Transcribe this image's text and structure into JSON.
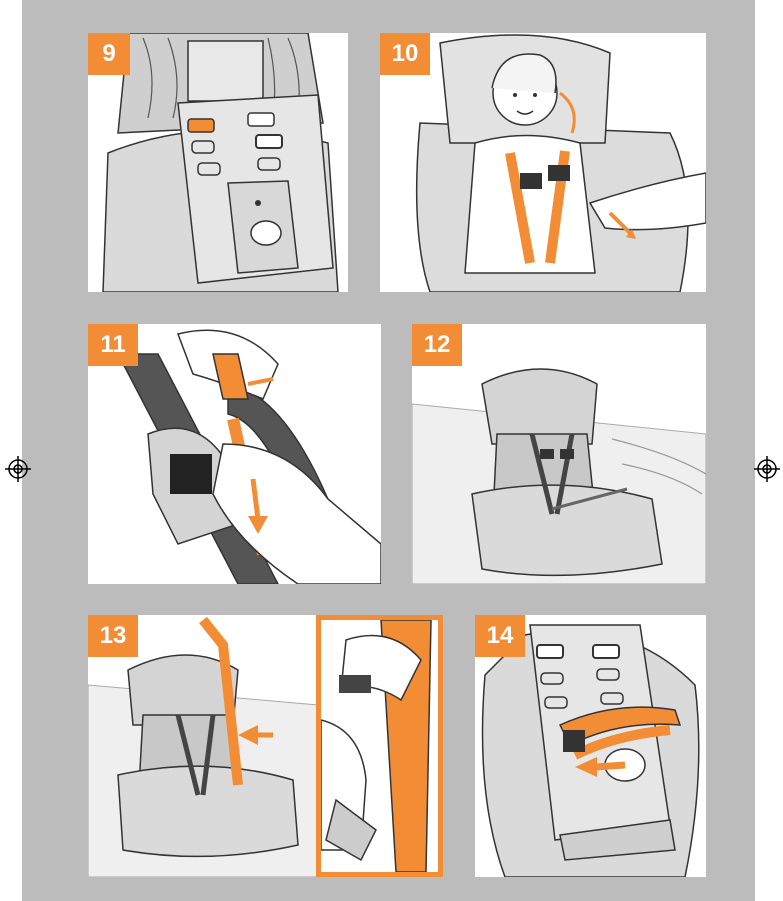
{
  "steps": [
    {
      "number": "9"
    },
    {
      "number": "10"
    },
    {
      "number": "11"
    },
    {
      "number": "12"
    },
    {
      "number": "13"
    },
    {
      "number": "14"
    }
  ],
  "colors": {
    "accent": "#f28d35",
    "background": "#bcbcbc",
    "panel": "#ffffff",
    "seat_gray": "#d6d6d6",
    "line": "#333333"
  },
  "icons": [
    "registration-mark-icon",
    "arrow-icon"
  ]
}
